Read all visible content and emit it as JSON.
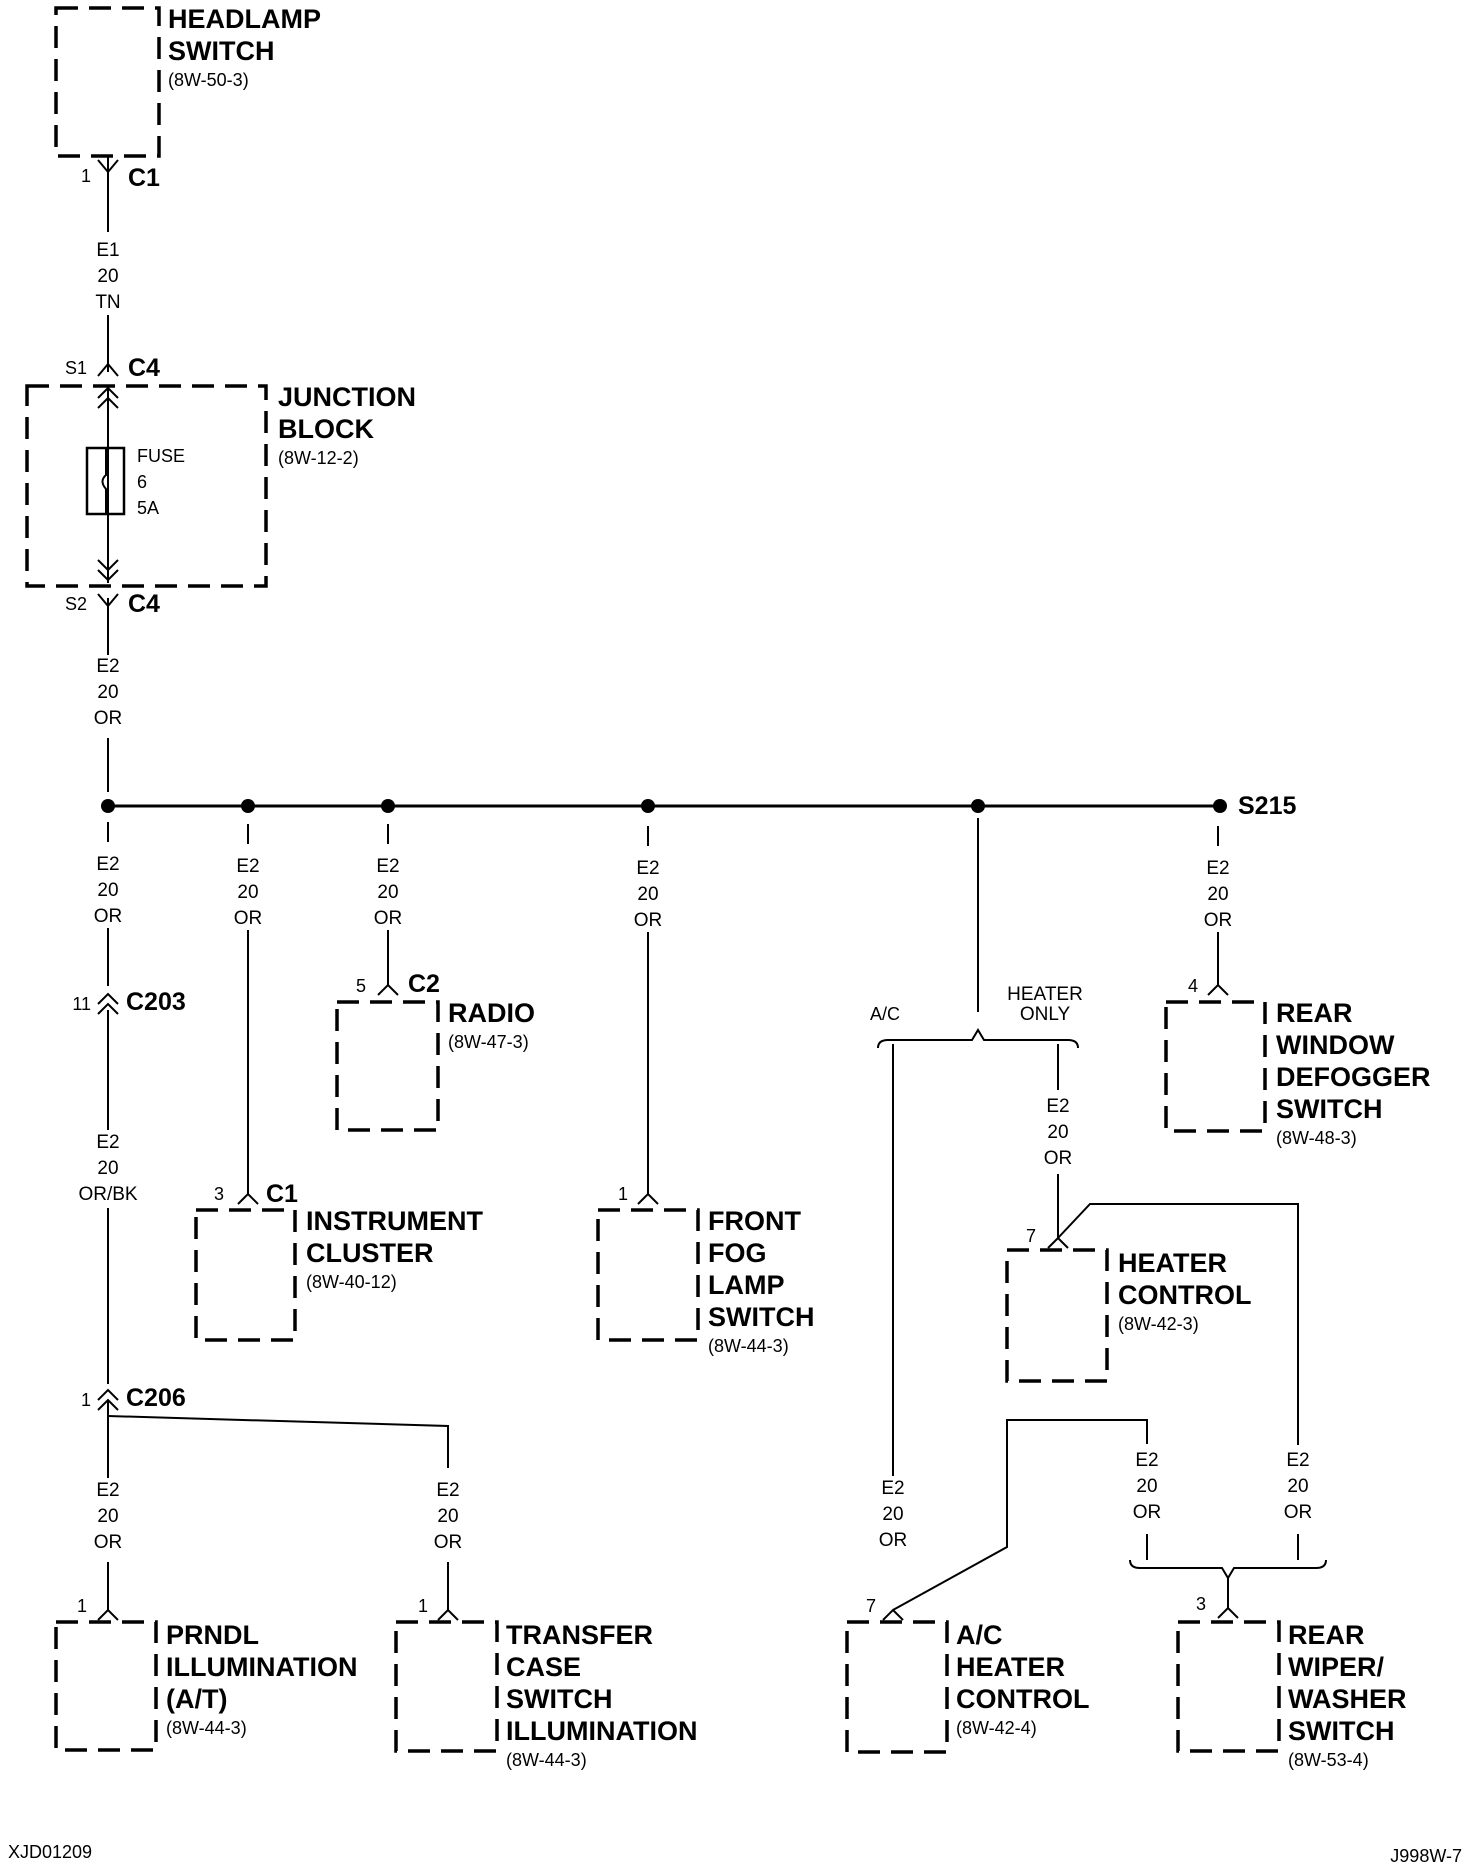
{
  "components": {
    "headlamp": {
      "l1": "HEADLAMP",
      "l2": "SWITCH",
      "ref": "(8W-50-3)"
    },
    "junction": {
      "l1": "JUNCTION",
      "l2": "BLOCK",
      "ref": "(8W-12-2)"
    },
    "radio": {
      "l1": "RADIO",
      "ref": "(8W-47-3)"
    },
    "defogger": {
      "l1": "REAR",
      "l2": "WINDOW",
      "l3": "DEFOGGER",
      "l4": "SWITCH",
      "ref": "(8W-48-3)"
    },
    "cluster": {
      "l1": "INSTRUMENT",
      "l2": "CLUSTER",
      "ref": "(8W-40-12)"
    },
    "fog": {
      "l1": "FRONT",
      "l2": "FOG",
      "l3": "LAMP",
      "l4": "SWITCH",
      "ref": "(8W-44-3)"
    },
    "heater": {
      "l1": "HEATER",
      "l2": "CONTROL",
      "ref": "(8W-42-3)"
    },
    "prndl": {
      "l1": "PRNDL",
      "l2": "ILLUMINATION",
      "l3": "(A/T)",
      "ref": "(8W-44-3)"
    },
    "transfer": {
      "l1": "TRANSFER",
      "l2": "CASE",
      "l3": "SWITCH",
      "l4": "ILLUMINATION",
      "ref": "(8W-44-3)"
    },
    "acheater": {
      "l1": "A/C",
      "l2": "HEATER",
      "l3": "CONTROL",
      "ref": "(8W-42-4)"
    },
    "wiper": {
      "l1": "REAR",
      "l2": "WIPER/",
      "l3": "WASHER",
      "l4": "SWITCH",
      "ref": "(8W-53-4)"
    }
  },
  "fuse": {
    "label": "FUSE",
    "number": "6",
    "rating": "5A"
  },
  "connectors": {
    "c1_top": "C1",
    "c4_top": "C4",
    "c4_bot": "C4",
    "c203": "C203",
    "c2": "C2",
    "c1_cluster": "C1",
    "c206": "C206",
    "s215": "S215"
  },
  "pins": {
    "p_head": "1",
    "p_s1": "S1",
    "p_s2": "S2",
    "p_c203": "11",
    "p_radio": "5",
    "p_defog": "4",
    "p_cluster": "3",
    "p_fog": "1",
    "p_heater": "7",
    "p_c206": "1",
    "p_prndl": "1",
    "p_transfer": "1",
    "p_acheater": "7",
    "p_wiper": "3"
  },
  "wires": {
    "e1": {
      "circuit": "E1",
      "gauge": "20",
      "color": "TN"
    },
    "e2": {
      "circuit": "E2",
      "gauge": "20",
      "color": "OR"
    },
    "e2bk": {
      "circuit": "E2",
      "gauge": "20",
      "color": "OR/BK"
    }
  },
  "options": {
    "ac": "A/C",
    "heater_only_1": "HEATER",
    "heater_only_2": "ONLY"
  },
  "footer": {
    "left": "XJD01209",
    "right": "J998W-7"
  }
}
